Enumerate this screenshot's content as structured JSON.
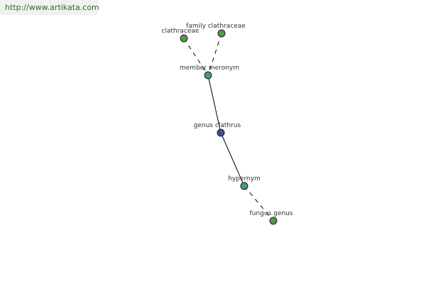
{
  "banner": {
    "url_text": "http://www.artikata.com"
  },
  "colors": {
    "leaf": "#4f9a45",
    "relation": "#4b938b",
    "center": "#3d4f8a",
    "banner_text": "#2a6e1f"
  },
  "graph": {
    "nodes": [
      {
        "id": "clathraceae",
        "label": "clathraceae",
        "kind": "leaf"
      },
      {
        "id": "family-clathraceae",
        "label": "family clathraceae",
        "kind": "leaf"
      },
      {
        "id": "member-meronym",
        "label": "member meronym",
        "kind": "relation"
      },
      {
        "id": "genus-clathrus",
        "label": "genus clathrus",
        "kind": "center"
      },
      {
        "id": "hypernym",
        "label": "hypernym",
        "kind": "relation"
      },
      {
        "id": "fungus-genus",
        "label": "fungus genus",
        "kind": "leaf"
      }
    ],
    "edges": [
      {
        "from": "clathraceae",
        "to": "member-meronym",
        "style": "dashed"
      },
      {
        "from": "family-clathraceae",
        "to": "member-meronym",
        "style": "dashed"
      },
      {
        "from": "member-meronym",
        "to": "genus-clathrus",
        "style": "solid"
      },
      {
        "from": "genus-clathrus",
        "to": "hypernym",
        "style": "solid"
      },
      {
        "from": "hypernym",
        "to": "fungus-genus",
        "style": "dashed"
      }
    ]
  }
}
